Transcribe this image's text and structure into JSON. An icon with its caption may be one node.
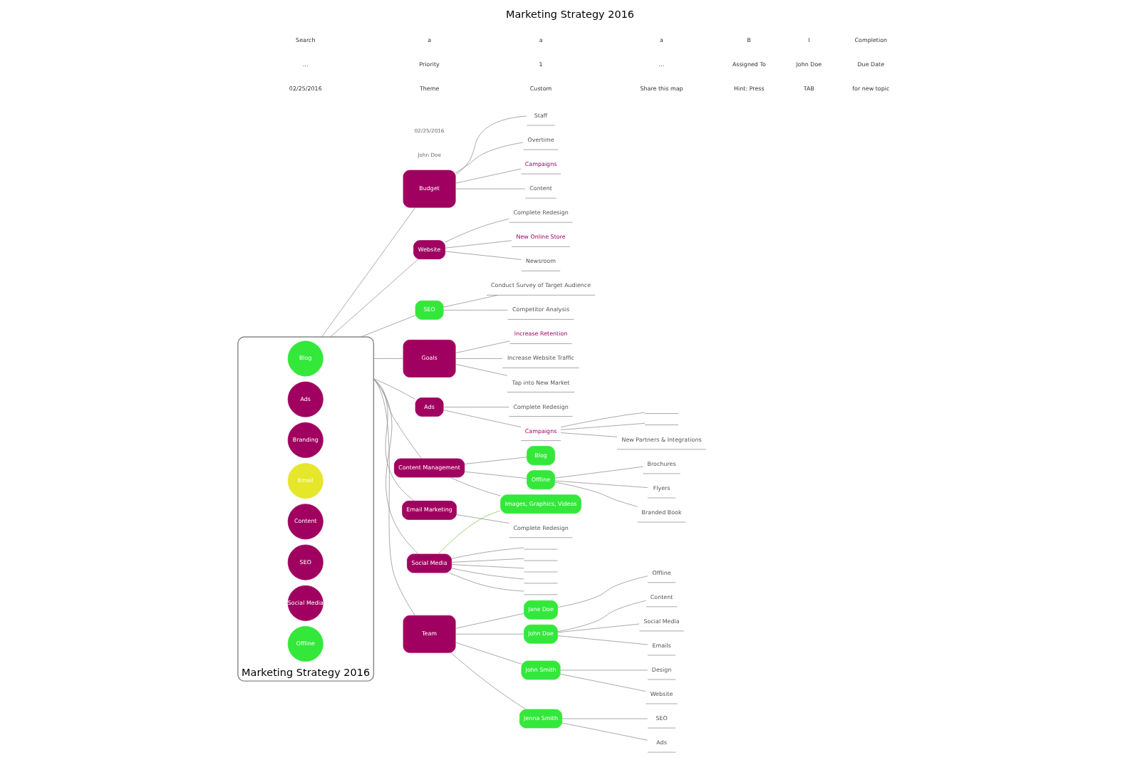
{
  "diagram": {
    "title": "Marketing Strategy 2016",
    "nodes": [
      {
        "text": [
          "Marketing Strategy 2016"
        ],
        "beside": [
          "02/25/2016",
          "John Doe"
        ]
      },
      {
        "text": [
          "Blog"
        ],
        "in": 0
      },
      {
        "text": [
          "Ads"
        ],
        "in": 0
      },
      {
        "text": [
          "Branding"
        ],
        "in": 0
      },
      {
        "text": [
          "Email"
        ],
        "in": 0
      },
      {
        "text": [
          "Content"
        ],
        "in": 0
      },
      {
        "text": [
          "SEO"
        ],
        "in": 0
      },
      {
        "text": [
          "Social Media"
        ],
        "in": 0
      },
      {
        "text": [
          "Offline"
        ],
        "in": 0
      },
      {
        "text": [
          "Budget"
        ]
      },
      {
        "text": [
          "Staff"
        ]
      },
      {
        "text": [
          "Overtime"
        ]
      },
      {
        "text": [
          "Campaigns"
        ]
      },
      {
        "text": [
          "Content"
        ]
      },
      {
        "text": [
          "Website"
        ]
      },
      {
        "text": [
          "Complete Redesign"
        ]
      },
      {
        "text": [
          "New Online Store"
        ]
      },
      {
        "text": [
          "Newsroom"
        ]
      },
      {
        "text": [
          "SEO"
        ]
      },
      {
        "text": [
          "Conduct Survey of Target Audience"
        ]
      },
      {
        "text": [
          "Competitor Analysis"
        ]
      },
      {
        "text": [
          "Goals"
        ]
      },
      {
        "text": [
          "Increase Retention"
        ]
      },
      {
        "text": [
          "Increase Website Traffic"
        ]
      },
      {
        "text": [
          "Tap into New Market"
        ]
      },
      {
        "text": [
          "Ads"
        ]
      },
      {
        "text": [
          "Complete Redesign"
        ]
      },
      {
        "text": [
          "Campaigns"
        ]
      },
      {
        "text": [],
        "shape": "line"
      },
      {
        "text": [],
        "shape": "line"
      },
      {
        "text": [
          "New Partners & Integrations"
        ]
      },
      {
        "text": [
          "Content Management"
        ]
      },
      {
        "text": [
          "Blog"
        ]
      },
      {
        "text": [
          "Offline"
        ]
      },
      {
        "text": [
          "Brochures"
        ]
      },
      {
        "text": [
          "Flyers"
        ]
      },
      {
        "text": [
          "Branded Book"
        ]
      },
      {
        "text": [
          "Images, Graphics, Videos"
        ]
      },
      {
        "text": [
          "Email Marketing"
        ]
      },
      {
        "text": [
          "Complete Redesign"
        ]
      },
      {
        "text": [
          "Social Media"
        ]
      },
      {
        "text": [],
        "shape": "line"
      },
      {
        "text": [],
        "shape": "line"
      },
      {
        "text": [],
        "shape": "line"
      },
      {
        "text": [],
        "shape": "line"
      },
      {
        "text": [],
        "shape": "line"
      },
      {
        "text": [
          "Team"
        ]
      },
      {
        "text": [
          "Jane Doe"
        ]
      },
      {
        "text": [
          "Offline"
        ]
      },
      {
        "text": [
          "John Doe"
        ]
      },
      {
        "text": [
          "Content"
        ]
      },
      {
        "text": [
          "Social Media"
        ]
      },
      {
        "text": [
          "Emails"
        ]
      },
      {
        "text": [
          "John Smith"
        ]
      },
      {
        "text": [
          "Design"
        ]
      },
      {
        "text": [
          "Website"
        ]
      },
      {
        "text": [
          "Jenna Smith"
        ]
      },
      {
        "text": [
          "SEO"
        ]
      },
      {
        "text": [
          "Ads"
        ]
      }
    ],
    "edges": [
      {
        "from": 0,
        "to": 9,
        "arrow": "none"
      },
      {
        "from": 9,
        "to": 10,
        "arrow": "none"
      },
      {
        "from": 9,
        "to": 11,
        "arrow": "none"
      },
      {
        "from": 9,
        "to": 12,
        "arrow": "none"
      },
      {
        "from": 9,
        "to": 13,
        "arrow": "none"
      },
      {
        "from": 0,
        "to": 14,
        "arrow": "none"
      },
      {
        "from": 14,
        "to": 15,
        "arrow": "none"
      },
      {
        "from": 14,
        "to": 16,
        "arrow": "none"
      },
      {
        "from": 14,
        "to": 17,
        "arrow": "none"
      },
      {
        "from": 0,
        "to": 18,
        "arrow": "none"
      },
      {
        "from": 18,
        "to": 19,
        "arrow": "none"
      },
      {
        "from": 18,
        "to": 20,
        "arrow": "none"
      },
      {
        "from": 0,
        "to": 21,
        "arrow": "none"
      },
      {
        "from": 21,
        "to": 22,
        "arrow": "none"
      },
      {
        "from": 21,
        "to": 23,
        "arrow": "none"
      },
      {
        "from": 21,
        "to": 24,
        "arrow": "none"
      },
      {
        "from": 0,
        "to": 25,
        "arrow": "none"
      },
      {
        "from": 25,
        "to": 26,
        "arrow": "none"
      },
      {
        "from": 25,
        "to": 27,
        "arrow": "none"
      },
      {
        "from": 27,
        "to": 28,
        "arrow": "none"
      },
      {
        "from": 27,
        "to": 29,
        "arrow": "none"
      },
      {
        "from": 27,
        "to": 30,
        "arrow": "none"
      },
      {
        "from": 0,
        "to": 31,
        "arrow": "none"
      },
      {
        "from": 31,
        "to": 32,
        "arrow": "none"
      },
      {
        "from": 31,
        "to": 33,
        "arrow": "none"
      },
      {
        "from": 33,
        "to": 34,
        "arrow": "none"
      },
      {
        "from": 33,
        "to": 35,
        "arrow": "none"
      },
      {
        "from": 33,
        "to": 36,
        "arrow": "none"
      },
      {
        "from": 31,
        "to": 37,
        "arrow": "none"
      },
      {
        "from": 0,
        "to": 38,
        "arrow": "none"
      },
      {
        "from": 38,
        "to": 39,
        "arrow": "none"
      },
      {
        "from": 0,
        "to": 40,
        "arrow": "none"
      },
      {
        "from": 40,
        "to": 41,
        "arrow": "none"
      },
      {
        "from": 40,
        "to": 42,
        "arrow": "none"
      },
      {
        "from": 40,
        "to": 43,
        "arrow": "none"
      },
      {
        "from": 40,
        "to": 44,
        "arrow": "none"
      },
      {
        "from": 40,
        "to": 45,
        "arrow": "none"
      },
      {
        "from": 37,
        "to": 40,
        "arrow": "none",
        "color": "#7dc242"
      },
      {
        "from": 0,
        "to": 46,
        "arrow": "none"
      },
      {
        "from": 46,
        "to": 47,
        "arrow": "none"
      },
      {
        "from": 47,
        "to": 48,
        "arrow": "none"
      },
      {
        "from": 46,
        "to": 49,
        "arrow": "none"
      },
      {
        "from": 49,
        "to": 50,
        "arrow": "none"
      },
      {
        "from": 49,
        "to": 51,
        "arrow": "none"
      },
      {
        "from": 49,
        "to": 52,
        "arrow": "none"
      },
      {
        "from": 46,
        "to": 53,
        "arrow": "none"
      },
      {
        "from": 53,
        "to": 54,
        "arrow": "none"
      },
      {
        "from": 53,
        "to": 55,
        "arrow": "none"
      },
      {
        "from": 46,
        "to": 56,
        "arrow": "none"
      },
      {
        "from": 56,
        "to": 57,
        "arrow": "none"
      },
      {
        "from": 56,
        "to": 58,
        "arrow": "none"
      }
    ],
    "labels": [
      "Search",
      "a",
      "a",
      "a",
      "B",
      "I",
      "Completion",
      "…",
      "Priority",
      "1",
      "…",
      "Assigned To",
      "John Doe",
      "Due Date",
      "02/25/2016",
      "Theme",
      "Custom",
      "Share this map",
      "Hint: Press",
      "TAB",
      "for new topic"
    ]
  }
}
